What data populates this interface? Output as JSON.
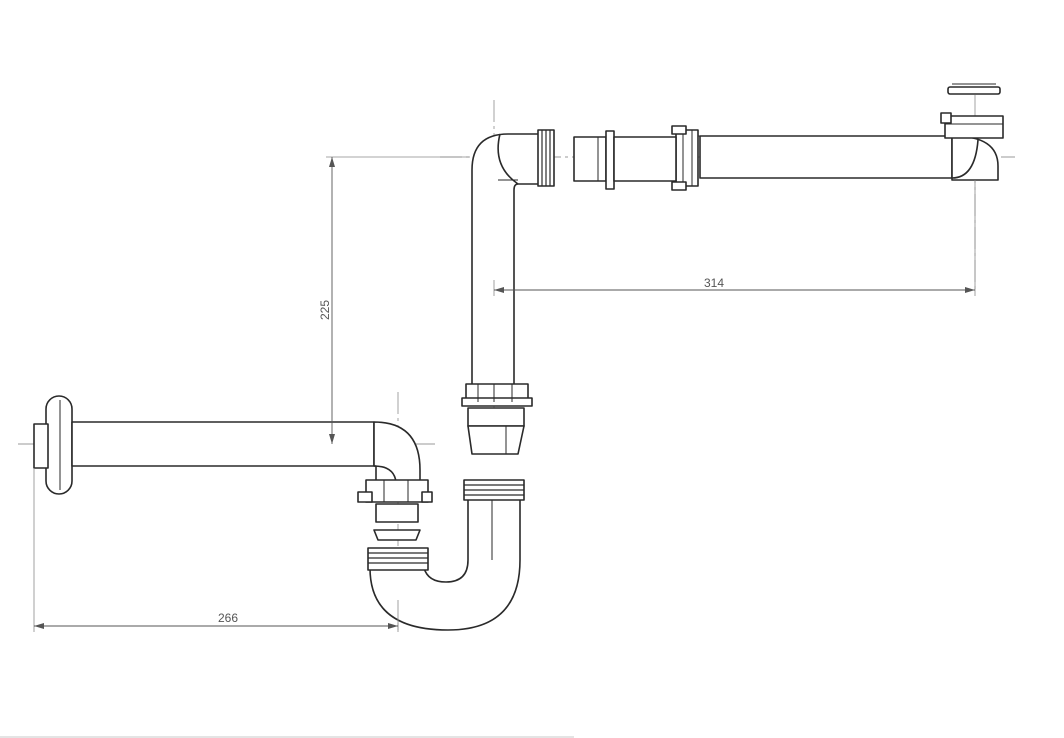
{
  "drawing": {
    "dimensions": {
      "horizontal_upper": "314",
      "vertical": "225",
      "horizontal_lower": "266"
    },
    "colors": {
      "line": "#2a2a2a",
      "dimension": "#555555",
      "centerline": "#9a9a9a"
    }
  }
}
